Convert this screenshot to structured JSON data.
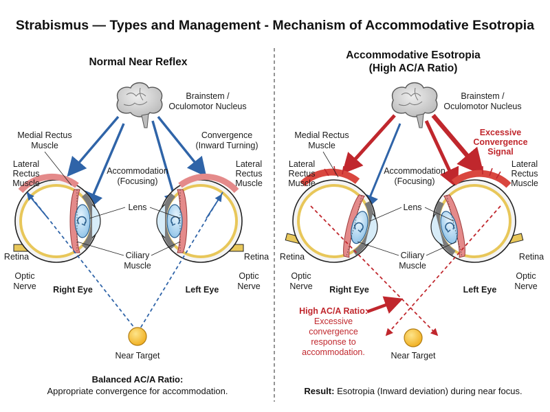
{
  "title": "Strabismus — Types and Management - Mechanism of Accommodative Esotropia",
  "colors": {
    "blue": "#2f64a8",
    "red": "#c0272d",
    "muscle": "#e48a8a",
    "retina": "#e8c75a",
    "lens": "#a9d3ef",
    "target": "#f6c52c"
  },
  "left": {
    "title": "Normal Near Reflex",
    "brain_label_1": "Brainstem /",
    "brain_label_2": "Oculomotor Nucleus",
    "medial_1": "Medial Rectus",
    "medial_2": "Muscle",
    "convergence_1": "Convergence",
    "convergence_2": "(Inward Turning)",
    "lateral_l_1": "Lateral",
    "lateral_l_2": "Rectus",
    "lateral_l_3": "Muscle",
    "lateral_r_1": "Lateral",
    "lateral_r_2": "Rectus",
    "lateral_r_3": "Muscle",
    "accom_1": "Accommodation",
    "accom_2": "(Focusing)",
    "lens": "Lens",
    "retina_l": "Retina",
    "retina_r": "Retina",
    "ciliary_1": "Ciliary",
    "ciliary_2": "Muscle",
    "optic_l_1": "Optic",
    "optic_l_2": "Nerve",
    "optic_r_1": "Optic",
    "optic_r_2": "Nerve",
    "right_eye": "Right Eye",
    "left_eye": "Left Eye",
    "target": "Near Target",
    "foot_bold": "Balanced AC/A Ratio:",
    "foot_text": "Appropriate convergence for accommodation."
  },
  "right": {
    "title_1": "Accommodative Esotropia",
    "title_2": "(High AC/A Ratio)",
    "brain_label_1": "Brainstem /",
    "brain_label_2": "Oculomotor Nucleus",
    "medial_1": "Medial Rectus",
    "medial_2": "Muscle",
    "excess_1": "Excessive",
    "excess_2": "Convergence",
    "excess_3": "Signal",
    "lateral_l_1": "Lateral",
    "lateral_l_2": "Rectus",
    "lateral_l_3": "Muscle",
    "lateral_r_1": "Lateral",
    "lateral_r_2": "Rectus",
    "lateral_r_3": "Muscle",
    "accom_1": "Accommodation",
    "accom_2": "(Focusing)",
    "lens": "Lens",
    "retina_l": "Retina",
    "retina_r": "Retina",
    "ciliary_1": "Ciliary",
    "ciliary_2": "Muscle",
    "optic_l_1": "Optic",
    "optic_l_2": "Nerve",
    "optic_r_1": "Optic",
    "optic_r_2": "Nerve",
    "right_eye": "Right Eye",
    "left_eye": "Left Eye",
    "target": "Near Target",
    "high_1": "High AC/A Ratio:",
    "high_2": "Excessive",
    "high_3": "convergence",
    "high_4": "response to",
    "high_5": "accommodation.",
    "foot_bold": "Result:",
    "foot_text": " Esotropia (Inward deviation) during near focus."
  }
}
